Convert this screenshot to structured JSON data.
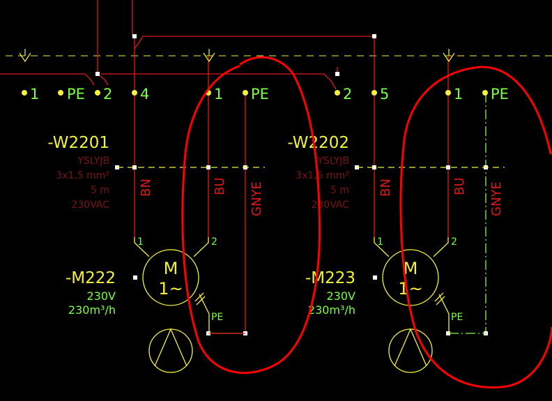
{
  "colors": {
    "background": "#000000",
    "wire": "#e01818",
    "label_green": "#7cff3e",
    "label_yellow": "#f5f23a",
    "cable_spec_dark_red": "#7a1414",
    "annotation_red": "#ff0000",
    "node_white": "#ffffff"
  },
  "terminals": {
    "t1": "1",
    "t_pe1": "PE",
    "t2": "2",
    "t4": "4",
    "t1b": "1",
    "t_pe2": "PE",
    "t2b": "2",
    "t5": "5",
    "t1c": "1",
    "t_pe3": "PE"
  },
  "cables": [
    {
      "tag": "-W2201",
      "type": "YSLYJB",
      "cross_section": "3x1,5 mm²",
      "length": "5 m",
      "voltage": "230VAC",
      "cores": [
        "BN",
        "BU",
        "GNYE"
      ]
    },
    {
      "tag": "-W2202",
      "type": "YSLYJB",
      "cross_section": "3x1,5 mm²",
      "length": "5 m",
      "voltage": "230VAC",
      "cores": [
        "BN",
        "BU",
        "GNYE"
      ]
    }
  ],
  "motors": [
    {
      "tag": "-M222",
      "symbol_letter": "M",
      "symbol_sub": "1~",
      "voltage": "230V",
      "flow": "230m³/h",
      "pin1": "1",
      "pin2": "2",
      "pe": "PE"
    },
    {
      "tag": "-M223",
      "symbol_letter": "M",
      "symbol_sub": "1~",
      "voltage": "230V",
      "flow": "230m³/h",
      "pin1": "1",
      "pin2": "2",
      "pe": "PE"
    }
  ]
}
